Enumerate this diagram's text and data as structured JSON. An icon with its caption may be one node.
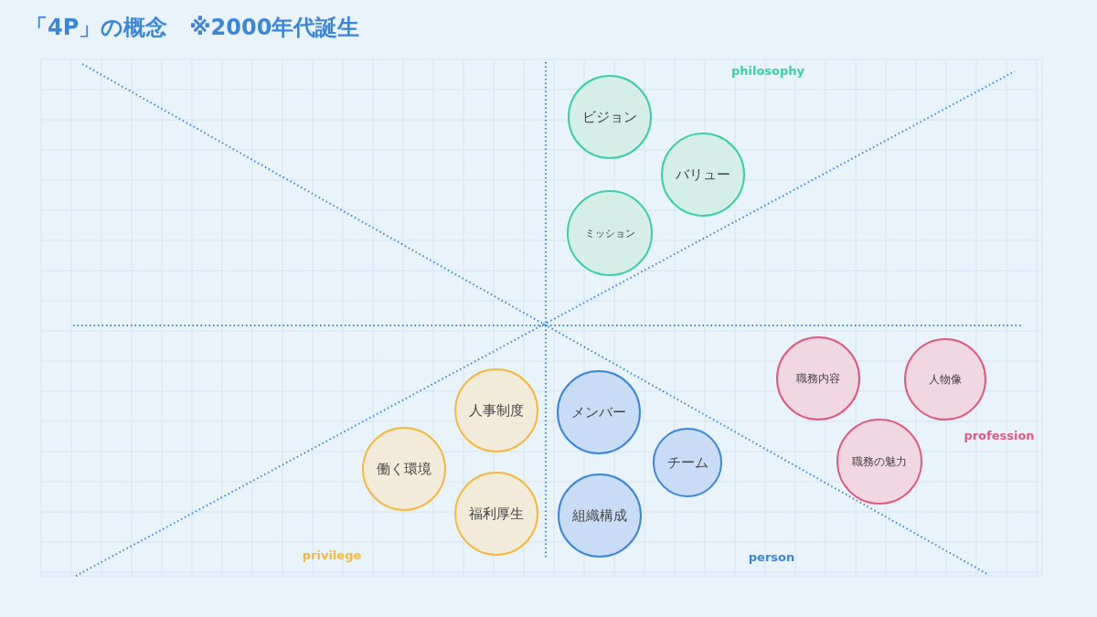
{
  "diagram": {
    "title": "「4P」の概念　※2000年代誕生",
    "nodes": [
      {
        "text": [
          "ビジョン"
        ]
      },
      {
        "text": [
          "バリュー"
        ]
      },
      {
        "text": [
          "ミッション"
        ]
      },
      {
        "text": [
          "職務内容"
        ]
      },
      {
        "text": [
          "人物像"
        ]
      },
      {
        "text": [
          "職務の魅力"
        ]
      },
      {
        "text": [
          "人事制度"
        ]
      },
      {
        "text": [
          "メンバー"
        ]
      },
      {
        "text": [
          "働く環境"
        ]
      },
      {
        "text": [
          "チーム"
        ]
      },
      {
        "text": [
          "福利厚生"
        ]
      },
      {
        "text": [
          "組織構成"
        ]
      }
    ],
    "labels": [
      "philosophy",
      "profession",
      "privilege",
      "person"
    ]
  }
}
